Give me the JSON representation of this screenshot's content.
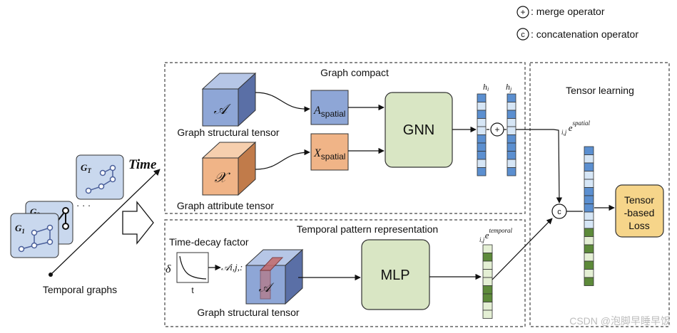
{
  "legend": {
    "merge_symbol": "+",
    "merge_label": ": merge operator",
    "concat_symbol": "c",
    "concat_label": ": concatenation operator"
  },
  "left": {
    "time_label": "Time",
    "graph_labels": [
      "G_T",
      "G_2",
      "G_1"
    ],
    "ellipsis": "· · ·",
    "caption": "Temporal graphs"
  },
  "graph_compact": {
    "title": "Graph compact",
    "structural_caption": "Graph structural tensor",
    "attribute_caption": "Graph attribute tensor",
    "structural_symbol": "𝒜",
    "attribute_symbol": "𝒳",
    "a_spatial": {
      "main": "A",
      "sub": "spatial"
    },
    "x_spatial": {
      "main": "X",
      "sub": "spatial"
    },
    "gnn_label": "GNN",
    "hi_label": "h_i",
    "hj_label": "h_j"
  },
  "temporal": {
    "title": "Temporal pattern representation",
    "decay_title": "Time-decay factor",
    "delta": "δ",
    "t_label": "t",
    "a_sub": "𝒜i,j,:",
    "cube_symbol": "𝒜",
    "caption": "Graph structural tensor",
    "mlp_label": "MLP",
    "e_temporal": {
      "main": "e",
      "sub": "i,j",
      "sup": "temporal"
    }
  },
  "tensor_learning": {
    "title": "Tensor learning",
    "e_spatial": {
      "main": "e",
      "sub": "i,j",
      "sup": "spatial"
    },
    "loss_lines": [
      "Tensor",
      "-based",
      "Loss"
    ]
  },
  "watermark": "CSDN @泡脚早睡早饭",
  "colors": {
    "blue_face": "#8ea6d6",
    "blue_dark": "#5a6fa6",
    "blue_cell": "#5b8fd0",
    "blue_light": "#d6e6f6",
    "orange_face": "#f0b487",
    "orange_dark": "#c17b4a",
    "green_box": "#d9e6c4",
    "green_cell": "#5d8a3a",
    "green_light": "#e4efd4",
    "loss_fill": "#f6d58a",
    "dashed": "#444444"
  }
}
